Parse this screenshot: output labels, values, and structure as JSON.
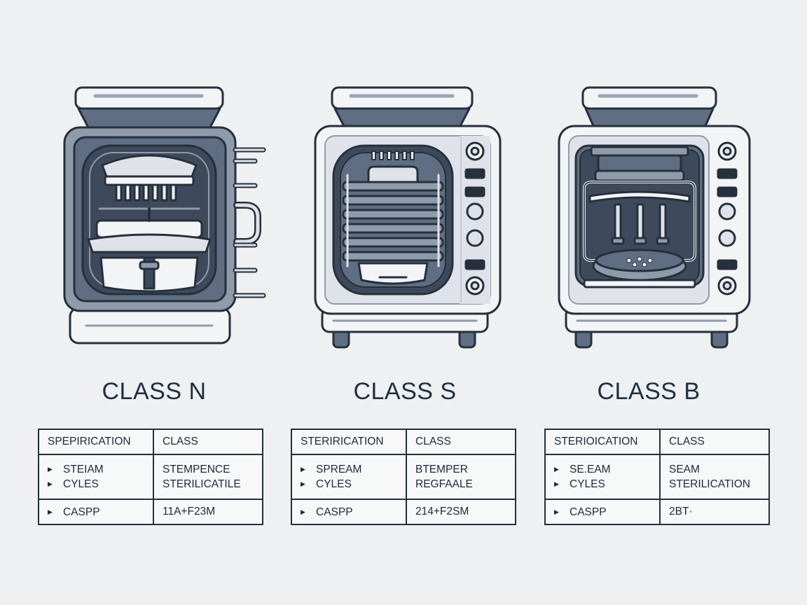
{
  "colors": {
    "outline": "#25303c",
    "dark_fill": "#5f6e82",
    "mid_fill": "#8f9bab",
    "light_fill": "#dfe3e9",
    "body_fill": "#f3f4f6",
    "background": "#eef0f1"
  },
  "units": [
    {
      "title": "CLASS N",
      "table": {
        "header": [
          "SPEPIRICATION",
          "CLASS"
        ],
        "row1_left": [
          "STEIAM",
          "CYLES"
        ],
        "row1_right": [
          "STEMPENCE",
          "STERILICATILE"
        ],
        "row2_left": "CASPP",
        "row2_right": "11A+F23M"
      }
    },
    {
      "title": "CLASS S",
      "table": {
        "header": [
          "STERIRICATION",
          "CLASS"
        ],
        "row1_left": [
          "SPREAM",
          "CYLES"
        ],
        "row1_right": [
          "BTEMPER",
          "REGFAALE"
        ],
        "row2_left": "CASPP",
        "row2_right": "214+F2SM"
      }
    },
    {
      "title": "CLASS B",
      "table": {
        "header": [
          "STERIOICATION",
          "CLASS"
        ],
        "row1_left": [
          "SE.EAM",
          "CYLES"
        ],
        "row1_right": [
          "SEAM",
          "STERILICATION"
        ],
        "row2_left": "CASPP",
        "row2_right": "2BT·"
      }
    }
  ]
}
